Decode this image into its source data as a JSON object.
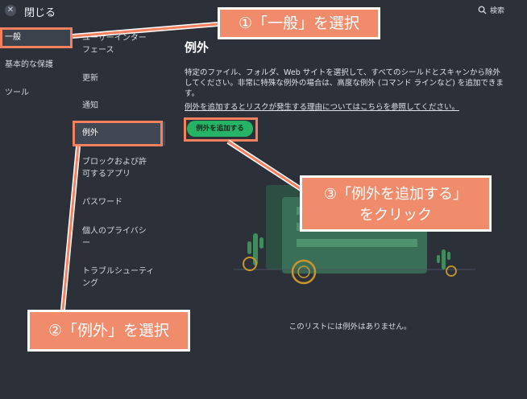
{
  "topbar": {
    "close_label": "閉じる",
    "search_label": "検索"
  },
  "col1": {
    "items": [
      "一般",
      "基本的な保護",
      "ツール"
    ]
  },
  "col2": {
    "items": [
      "ユーザーインター\nフェース",
      "更新",
      "通知",
      "例外",
      "ブロックおよび許\n可するアプリ",
      "パスワード",
      "個人のプライバシ\nー",
      "トラブルシューティ\nング"
    ]
  },
  "main": {
    "title": "例外",
    "description": "特定のファイル、フォルダ、Web サイトを選択して、すべてのシールドとスキャンから除外してください。非常に特殊な例外の場合は、高度な例外 (コマンド ラインなど) を追加できます。",
    "link": "例外を追加するとリスクが発生する理由についてはこちらを参照してください。",
    "add_button": "例外を追加する",
    "empty_text": "このリストには例外はありません。"
  },
  "annotations": {
    "step1": "①「一般」を選択",
    "step2": "②「例外」を選択",
    "step3_line1": "③「例外を追加する」",
    "step3_line2": "をクリック"
  },
  "colors": {
    "background": "#2b3039",
    "accent_green": "#25b465",
    "annotation": "#f08b6c",
    "highlight": "#f3805f"
  }
}
